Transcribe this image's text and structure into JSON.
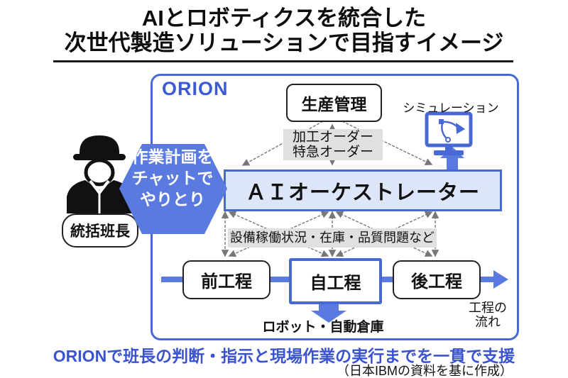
{
  "title": {
    "line1": "AIとロボティクスを統合した",
    "line2": "次世代製造ソリューションで目指すイメージ"
  },
  "orion": {
    "label": "ORION"
  },
  "nodes": {
    "production_management": "生産管理",
    "simulation": "シミュレーション",
    "order_line1": "加工オーダー",
    "order_line2": "特急オーダー",
    "orchestrator": "ＡＩオーケストレーター",
    "chat_line1": "作業計画を",
    "chat_line2": "チャットで",
    "chat_line3": "やりとり",
    "foreman": "統括班長",
    "status": "設備稼働状況・在庫・品質問題など",
    "process_prev": "前工程",
    "process_self": "自工程",
    "process_next": "後工程",
    "robot": "ロボット・自動倉庫",
    "flow_line1": "工程の",
    "flow_line2": "流れ"
  },
  "footer": {
    "caption": "ORIONで班長の判断・指示と現場作業の実行までを一貫で支援",
    "source": "（日本IBMの資料を基に作成）"
  },
  "colors": {
    "accent_blue": "#4868d6",
    "arrow_blue": "#5b7ae0",
    "orchestrator_fill": "#dce6f8",
    "label_gray": "#e0e0e0",
    "footer_blue": "#3a53cf",
    "text_black": "#111111"
  },
  "icons": {
    "worker": "worker-icon",
    "simulation_monitor": "monitor-icon"
  }
}
